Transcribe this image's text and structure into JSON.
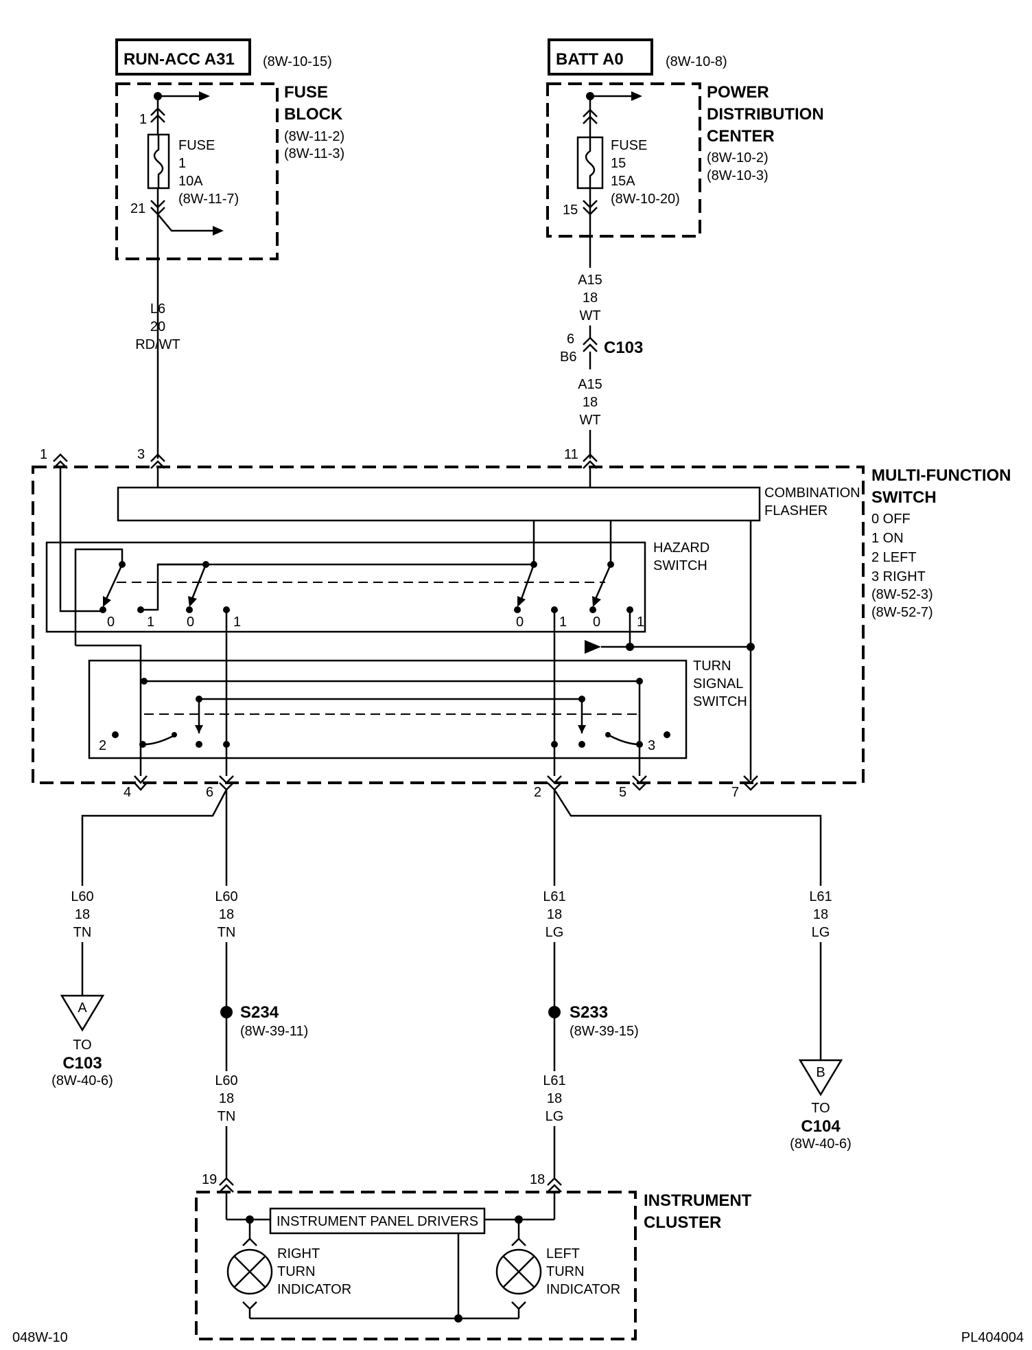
{
  "run_acc": {
    "source_label": "RUN-ACC A31",
    "source_ref": "(8W-10-15)",
    "block_title": [
      "FUSE",
      "BLOCK"
    ],
    "block_refs": [
      "(8W-11-2)",
      "(8W-11-3)"
    ],
    "fuse_info": [
      "FUSE",
      "1",
      "10A",
      "(8W-11-7)"
    ],
    "pin_in": "1",
    "pin_out": "21"
  },
  "batt": {
    "source_label": "BATT A0",
    "source_ref": "(8W-10-8)",
    "block_title": [
      "POWER",
      "DISTRIBUTION",
      "CENTER"
    ],
    "block_refs": [
      "(8W-10-2)",
      "(8W-10-3)"
    ],
    "fuse_info": [
      "FUSE",
      "15",
      "15A",
      "(8W-10-20)"
    ],
    "pin_out": "15"
  },
  "wires": {
    "l6": [
      "L6",
      "20",
      "RD/WT"
    ],
    "a15_upper": [
      "A15",
      "18",
      "WT"
    ],
    "a15_lower": [
      "A15",
      "18",
      "WT"
    ],
    "l60_left": [
      "L60",
      "18",
      "TN"
    ],
    "l60_mid": [
      "L60",
      "18",
      "TN"
    ],
    "l61_mid": [
      "L61",
      "18",
      "LG"
    ],
    "l61_right": [
      "L61",
      "18",
      "LG"
    ],
    "l60_lower": [
      "L60",
      "18",
      "TN"
    ],
    "l61_lower": [
      "L61",
      "18",
      "LG"
    ]
  },
  "c103_connector": {
    "pin_top": "6",
    "pin_bottom": "B6",
    "name": "C103"
  },
  "mfs": {
    "title": [
      "MULTI-FUNCTION",
      "SWITCH"
    ],
    "legend": [
      "0 OFF",
      "1 ON",
      "2 LEFT",
      "3 RIGHT",
      "(8W-52-3)",
      "(8W-52-7)"
    ],
    "flasher_label": [
      "COMBINATION",
      "FLASHER"
    ],
    "hazard_label": [
      "HAZARD",
      "SWITCH"
    ],
    "turn_label": [
      "TURN",
      "SIGNAL",
      "SWITCH"
    ],
    "pins_top": [
      "1",
      "3",
      "11"
    ],
    "pins_bottom": [
      "4",
      "6",
      "2",
      "5",
      "7"
    ],
    "hazard_positions": [
      "0",
      "1",
      "0",
      "1",
      "0",
      "1",
      "0",
      "1"
    ],
    "turn_positions": [
      "2",
      "3"
    ]
  },
  "s234": {
    "name": "S234",
    "ref": "(8W-39-11)"
  },
  "s233": {
    "name": "S233",
    "ref": "(8W-39-15)"
  },
  "conn_a": {
    "letter": "A",
    "to": "TO",
    "name": "C103",
    "ref": "(8W-40-6)"
  },
  "conn_b": {
    "letter": "B",
    "to": "TO",
    "name": "C104",
    "ref": "(8W-40-6)"
  },
  "cluster": {
    "title": [
      "INSTRUMENT",
      "CLUSTER"
    ],
    "drivers": "INSTRUMENT PANEL DRIVERS",
    "right_indicator": [
      "RIGHT",
      "TURN",
      "INDICATOR"
    ],
    "left_indicator": [
      "LEFT",
      "TURN",
      "INDICATOR"
    ],
    "pin_left": "19",
    "pin_right": "18"
  },
  "footer": {
    "page": "048W-10",
    "code": "PL404004"
  }
}
